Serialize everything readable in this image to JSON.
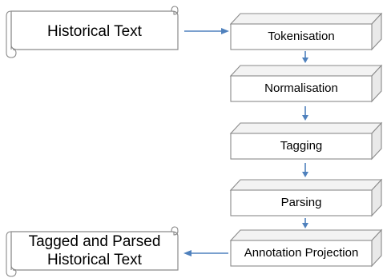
{
  "input_document": {
    "label": "Historical Text"
  },
  "pipeline_steps": [
    {
      "label": "Tokenisation"
    },
    {
      "label": "Normalisation"
    },
    {
      "label": "Tagging"
    },
    {
      "label": "Parsing"
    },
    {
      "label": "Annotation Projection"
    }
  ],
  "output_document": {
    "label_line1": "Tagged and Parsed",
    "label_line2": "Historical Text"
  },
  "colors": {
    "arrow": "#4f81bd",
    "outline": "#8a8a8a"
  }
}
